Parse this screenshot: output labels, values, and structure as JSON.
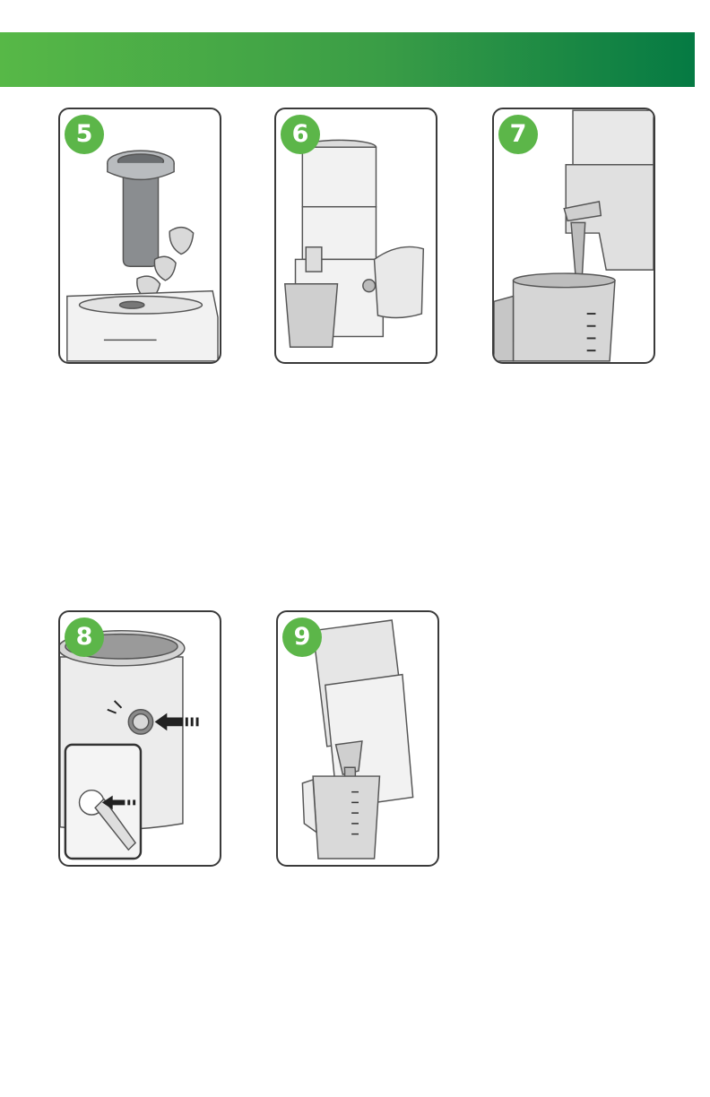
{
  "header": {
    "color_start": "#57b847",
    "color_end": "#057a43"
  },
  "steps": [
    {
      "number": "5",
      "icon": "pusher-strawberries-juicer-icon"
    },
    {
      "number": "6",
      "icon": "assembled-juicer-icon"
    },
    {
      "number": "7",
      "icon": "juice-spout-pitcher-icon"
    },
    {
      "number": "8",
      "icon": "power-button-press-icon"
    },
    {
      "number": "9",
      "icon": "pour-juice-icon"
    }
  ],
  "badge_color": "#5cb649"
}
